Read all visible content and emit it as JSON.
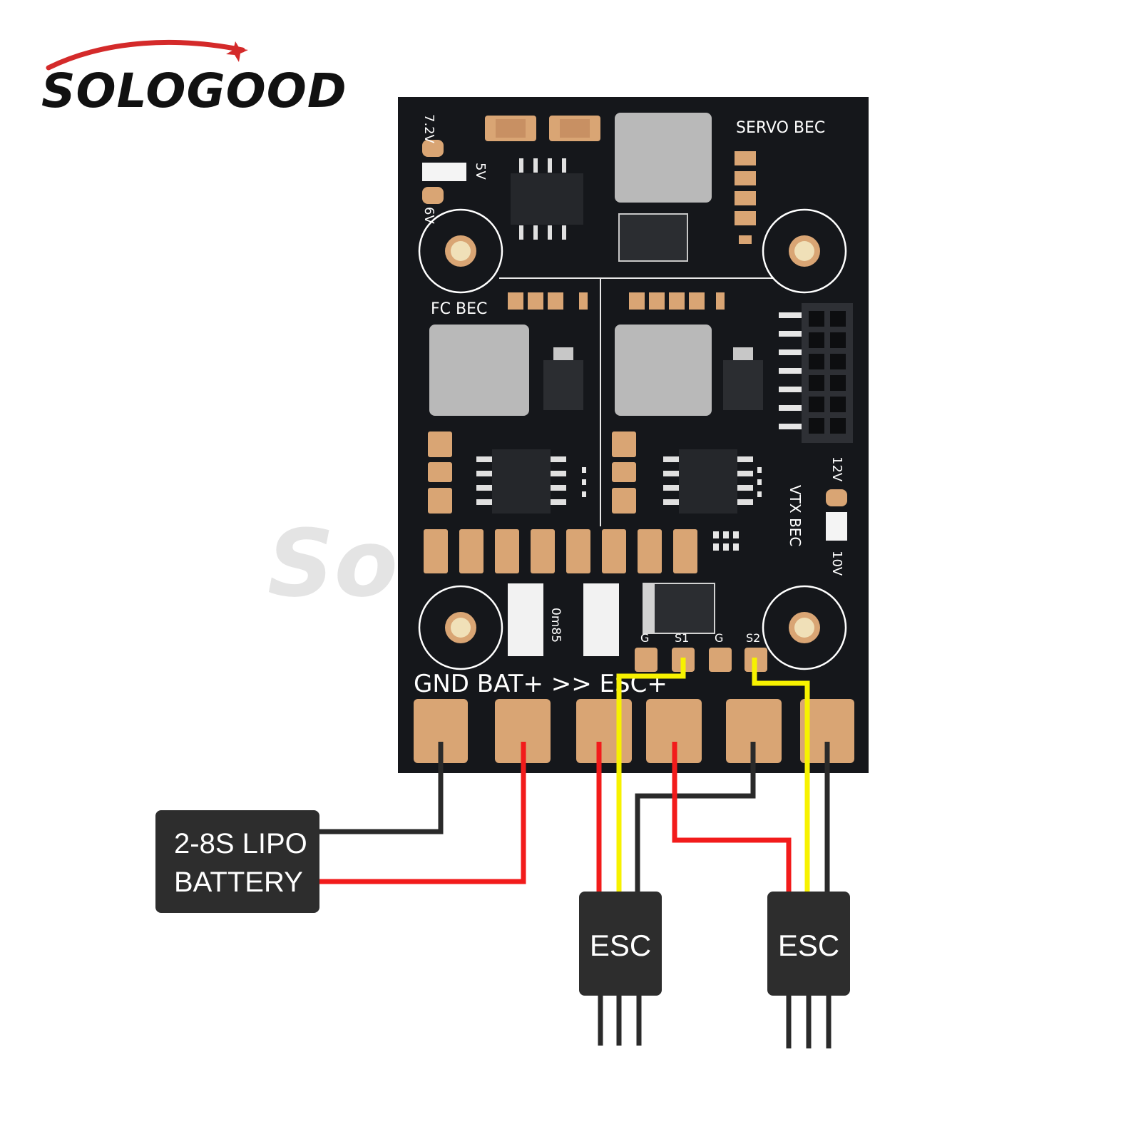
{
  "logo": {
    "text": "SOLOGOOD"
  },
  "watermark": {
    "text": "Sologood"
  },
  "board": {
    "labels": {
      "v72": "7.2V",
      "v5": "5V",
      "v6": "6V",
      "servo_bec": "SERVO BEC",
      "fc_bec": "FC BEC",
      "vtx_bec": "VTX BEC",
      "v12": "12V",
      "v10": "10V",
      "shunt": "0m85",
      "pad_g1": "G",
      "pad_s1": "S1",
      "pad_g2": "G",
      "pad_s2": "S2",
      "power_row": "GND BAT+ >> ESC+"
    }
  },
  "battery": {
    "line1": "2-8S LIPO",
    "line2": "BATTERY"
  },
  "esc_left": {
    "label": "ESC"
  },
  "esc_right": {
    "label": "ESC"
  },
  "colors": {
    "board": "#15171b",
    "gold": "#d9a574",
    "inductor": "#b9b9b9",
    "wire_red": "#f21b1b",
    "wire_yellow": "#f7f200",
    "wire_black": "#2a2a2a",
    "logo_red": "#d42a2a"
  }
}
